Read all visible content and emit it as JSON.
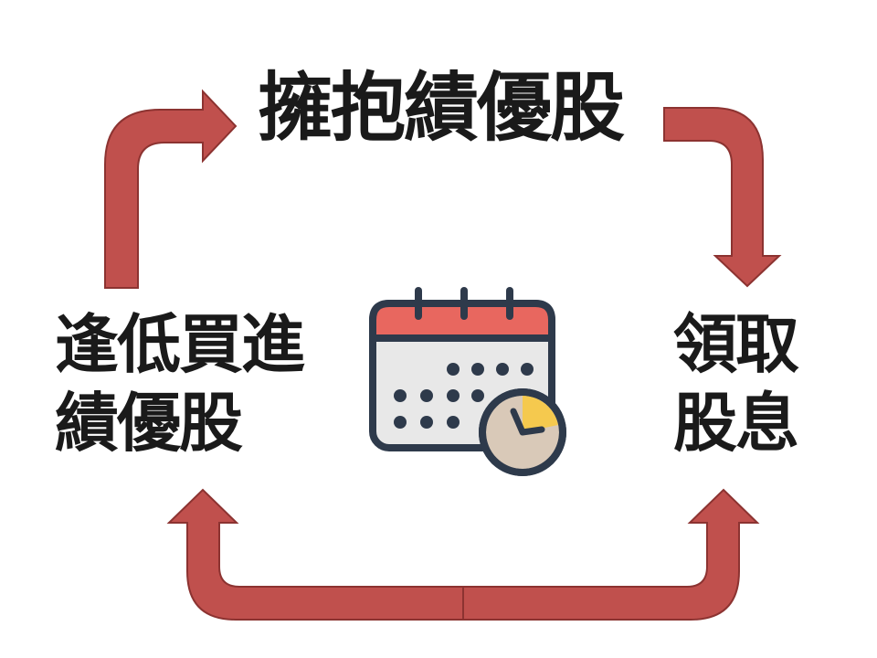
{
  "top_label": "擁抱績優股",
  "left_label": {
    "line1": "逢低買進",
    "line2": "績優股"
  },
  "right_label": {
    "line1": "領取",
    "line2": "股息"
  },
  "icons": {
    "center": "calendar-clock-icon"
  },
  "colors": {
    "arrow_fill": "#c0504d",
    "arrow_stroke": "#8c3331",
    "calendar_header": "#e8675f",
    "calendar_body": "#e8e8e8",
    "calendar_outline": "#2e3a4b",
    "clock_face": "#d9c9b8",
    "clock_accent": "#f5c94e"
  }
}
